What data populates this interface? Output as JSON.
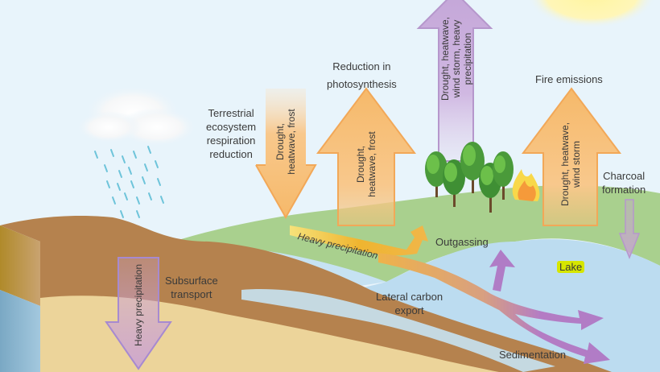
{
  "diagram": {
    "title": "Extreme weather impacts on carbon fluxes",
    "labels": {
      "terrestrial_respiration": "Terrestrial\necosystem\nrespiration\nreduction",
      "reduction_photosynthesis": "Reduction in\nphotosynthesis",
      "fire_emissions": "Fire emissions",
      "charcoal_formation": "Charcoal\nformation",
      "outgassing": "Outgassing",
      "lake": "Lake",
      "lateral_export": "Lateral carbon\nexport",
      "sedimentation": "Sedimentation",
      "subsurface_transport": "Subsurface\ntransport"
    },
    "arrows": {
      "respiration_down": {
        "text": "Drought,\nheatwave, frost",
        "direction": "down",
        "color": "#f6b96a"
      },
      "photosynthesis_up": {
        "text": "Drought,\nheatwave, frost",
        "direction": "up",
        "color": "#f6b96a"
      },
      "top_purple_up": {
        "text": "Drought, heatwave,\nwind storm, heavy precipitation",
        "direction": "up",
        "color": "#c4a6d8"
      },
      "fire_up": {
        "text": "Drought, heatwave,\nwind storm",
        "direction": "up",
        "color": "#f6b96a"
      },
      "charcoal_down": {
        "text": "",
        "direction": "down",
        "color": "#c4a6d8"
      },
      "heavy_precip_down": {
        "text": "Heavy precipitation",
        "direction": "down",
        "color": "#c9a0d6"
      },
      "heavy_precip_lateral": {
        "text": "Heavy precipitation",
        "direction": "right",
        "color": "#f2b43a"
      }
    },
    "colors": {
      "sky": "#e8f4fb",
      "grass": "#a9d08e",
      "soil_top": "#b5824e",
      "sand": "#ecd49a",
      "lake": "#bcdcf0",
      "sun": "#fff3a0",
      "purple": "#b07cc6",
      "orange": "#f6b96a"
    }
  }
}
